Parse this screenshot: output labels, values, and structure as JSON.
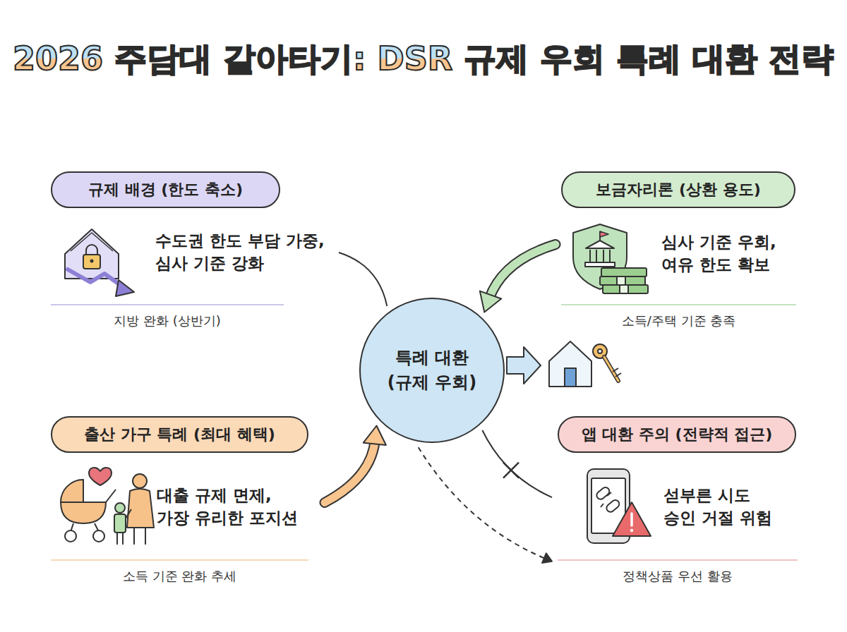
{
  "diagram": {
    "title": "2026 주담대 갈아타기: DSR 규제 우회 특례 대환 전략",
    "nodes": [
      {
        "text": [
          "규제 배경 (한도 축소)",
          "수도권 한도 부담 가중, 심사 기준 강화",
          "지방 완화 (상반기)"
        ]
      },
      {
        "text": [
          "보금자리론 (상환 용도)",
          "심사 기준 우회, 여유 한도 확보",
          "소득/주택 기준 충족"
        ]
      },
      {
        "text": [
          "특례 대환 (규제 우회)"
        ]
      },
      {
        "text": [
          "출산 가구 특례 (최대 혜택)",
          "대출 규제 면제, 가장 유리한 포지션",
          "소득 기준 완화 추세"
        ]
      },
      {
        "text": [
          "앱 대환 주의 (전략적 접근)",
          "섣부른 시도 승인 거절 위험",
          "정책상품 우선 활용"
        ]
      }
    ],
    "edges": [
      {
        "from": 0,
        "to": 2,
        "arrow": "none"
      },
      {
        "from": 1,
        "to": 2,
        "arrow": "to"
      },
      {
        "from": 3,
        "to": 2,
        "arrow": "to"
      },
      {
        "from": 2,
        "to": 4,
        "arrow": "none"
      },
      {
        "from": 2,
        "to": 4,
        "arrow": "to"
      }
    ]
  }
}
